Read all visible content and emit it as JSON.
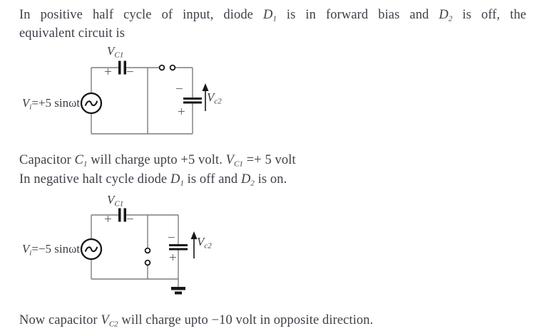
{
  "page": {
    "background": "#ffffff",
    "text_color": "#3f3f49",
    "wire_color": "#7d7d7d",
    "ink_color": "#161616",
    "sign_color": "#5f5f5f"
  },
  "intro": {
    "line1_a": "In positive half cycle of input, diode ",
    "d1_main": "D",
    "d1_sub": "1",
    "line1_b": " is in forward bias and ",
    "d2_main": "D",
    "d2_sub": "2",
    "line1_c": " is off, the",
    "line2": "equivalent circuit is"
  },
  "mid": {
    "line1_a": "Capacitor ",
    "c1_main": "C",
    "c1_sub": "1",
    "line1_b": " will charge upto +5 volt. ",
    "vc1_main": "V",
    "vc1_sub": "C1",
    "line1_c": " =+ 5 volt",
    "line2_a": "In negative halt cycle diode ",
    "d1_main": "D",
    "d1_sub": "1",
    "line2_b": " is off and ",
    "d2_main": "D",
    "d2_sub": "2",
    "line2_c": " is on."
  },
  "outro": {
    "a": "Now capacitor ",
    "vc2_main": "V",
    "vc2_sub": "C2",
    "b": " will charge upto −10 volt in opposite direction."
  },
  "circuit1": {
    "source_main": "V",
    "source_sub": "i",
    "source_rest": "=+5 sinωt",
    "cap1_main": "V",
    "cap1_sub": "C1",
    "cap1_plus": "+",
    "cap1_minus": "−",
    "cap2_minus": "−",
    "cap2_plus": "+",
    "vc2_main": "V",
    "vc2_sub": "c2"
  },
  "circuit2": {
    "source_main": "V",
    "source_sub": "i",
    "source_rest": "=−5 sinωt",
    "cap1_main": "V",
    "cap1_sub": "C1",
    "cap1_plus": "+",
    "cap1_minus": "−",
    "cap2_minus": "−",
    "cap2_plus": "+",
    "vc2_main": "V",
    "vc2_sub": "c2"
  }
}
